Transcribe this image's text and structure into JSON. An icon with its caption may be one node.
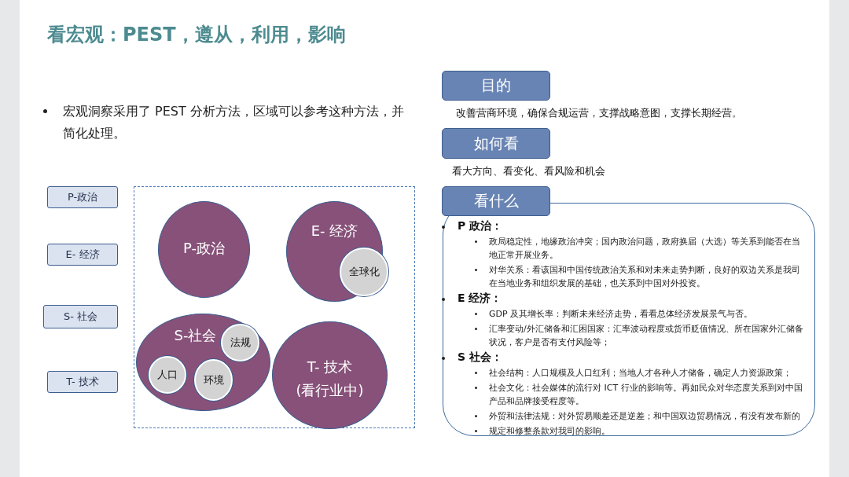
{
  "diagram": {
    "title": "看宏观：PEST，遵从，利用，影响",
    "nodes": [
      {
        "text": [
          "P-政治"
        ]
      },
      {
        "text": [
          "E- 经济"
        ]
      },
      {
        "text": [
          "S- 社会"
        ]
      },
      {
        "text": [
          "T- 技术"
        ]
      },
      {
        "text": [],
        "shape": "box"
      },
      {
        "text": [
          "P-政治"
        ],
        "in": 4
      },
      {
        "text": [
          "E- 经济"
        ],
        "in": 4
      },
      {
        "text": [
          "全球化"
        ],
        "in": 6
      },
      {
        "text": [
          "S-社会"
        ],
        "in": 4
      },
      {
        "text": [
          "法规"
        ],
        "in": 8
      },
      {
        "text": [
          "人口"
        ],
        "in": 8
      },
      {
        "text": [
          "环境"
        ],
        "in": 8
      },
      {
        "text": [
          "T- 技术",
          "(看行业中)"
        ],
        "in": 4
      },
      {
        "text": [
          "目的"
        ],
        "beside": [
          "改善营商环境，确保合规运营，支撑战略意图，支撑长期经营。"
        ]
      },
      {
        "text": [
          "如何看"
        ],
        "beside": [
          "看大方向、看变化、看风险和机会"
        ]
      },
      {
        "text": [
          "看什么"
        ]
      },
      {
        "text": [
          "P 政治：",
          "政局稳定性，地缘政治冲突；国内政治问题，政府换届（大选）等关系到能否在当地正常开展业务。",
          "对华关系：看该国和中国传统政治关系和对未来走势判断，良好的双边关系是我司在当地业务和组织发展的基础，也关系到中国对外投资。",
          "E 经济：",
          "GDP 及其增长率：判断未来经济走势，看看总体经济发展景气与否。",
          "汇率变动/外汇储备和汇困国家：汇率波动程度或货币贬值情况、所在国家外汇储备状况，客户是否有支付风险等；",
          "S 社会：",
          "社会结构：人口规模及人口红利；当地人才各种人才储备，确定人力资源政策；",
          "社会文化：社会媒体的流行对 ICT 行业的影响等。再如民众对华态度关系到对中国产品和品牌接受程度等。",
          "外贸和法律法规：对外贸易顺差还是逆差；和中国双边贸易情况，有没有发布新的",
          "规定和修整条款对我司的影响。"
        ]
      }
    ],
    "labels": [
      "宏观洞察采用了 PEST 分析方法，区域可以参考这种方法，并简化处理。"
    ]
  }
}
